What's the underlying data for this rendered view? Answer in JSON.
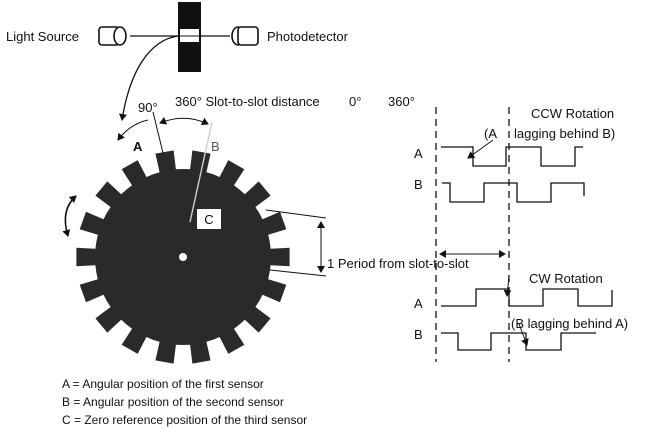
{
  "top": {
    "light_source": "Light Source",
    "photodetector": "Photodetector"
  },
  "disk": {
    "angle_90": "90°",
    "slot_distance": "360° Slot-to-slot distance",
    "label_a": "A",
    "label_b": "B",
    "label_c": "C",
    "period": "1 Period from slot-to-slot"
  },
  "timing": {
    "zero_deg": "0°",
    "deg_360": "360°",
    "ccw_title": "CCW Rotation",
    "ccw_note_a": "(A",
    "ccw_note_b": "lagging behind B)",
    "cw_title": "CW Rotation",
    "cw_note": "(B lagging behind A)",
    "ch_a": "A",
    "ch_b": "B"
  },
  "legend": [
    "A = Angular position of the first sensor",
    "B = Angular position of the second sensor",
    "C = Zero reference position of the third sensor"
  ],
  "colors": {
    "disk": "#2a2a2a",
    "ink": "#111111"
  }
}
